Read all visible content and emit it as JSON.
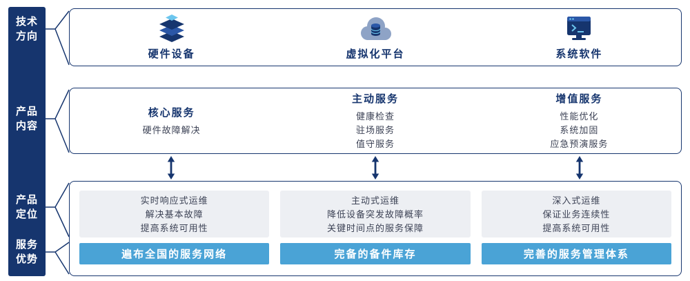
{
  "colors": {
    "navy": "#16356e",
    "mid_blue": "#2b57a7",
    "light_blue": "#6cc6ee",
    "bar_blue": "#4aa3d6",
    "gray_box": "#edeff3",
    "body_text": "#3d4356",
    "white": "#ffffff"
  },
  "sidebar": {
    "items": [
      {
        "line1": "技术",
        "line2": "方向"
      },
      {
        "line1": "产品",
        "line2": "内容"
      },
      {
        "line1": "产品",
        "line2": "定位"
      },
      {
        "line1": "服务",
        "line2": "优势"
      }
    ]
  },
  "tech_row": {
    "columns": [
      {
        "icon": "server-stack-icon",
        "label": "硬件设备"
      },
      {
        "icon": "cloud-platform-icon",
        "label": "虚拟化平台"
      },
      {
        "icon": "system-software-icon",
        "label": "系统软件"
      }
    ]
  },
  "content_row": {
    "columns": [
      {
        "title": "核心服务",
        "items": [
          "硬件故障解决"
        ]
      },
      {
        "title": "主动服务",
        "items": [
          "健康检查",
          "驻场服务",
          "值守服务"
        ]
      },
      {
        "title": "增值服务",
        "items": [
          "性能优化",
          "系统加固",
          "应急预演服务"
        ]
      }
    ]
  },
  "positioning_row": {
    "columns": [
      {
        "lines": [
          "实时响应式运维",
          "解决基本故障",
          "提高系统可用性"
        ],
        "advantage": "遍布全国的服务网络"
      },
      {
        "lines": [
          "主动式运维",
          "降低设备突发故障概率",
          "关键时间点的服务保障"
        ],
        "advantage": "完备的备件库存"
      },
      {
        "lines": [
          "深入式运维",
          "保证业务连续性",
          "提高系统可用性"
        ],
        "advantage": "完善的服务管理体系"
      }
    ]
  }
}
